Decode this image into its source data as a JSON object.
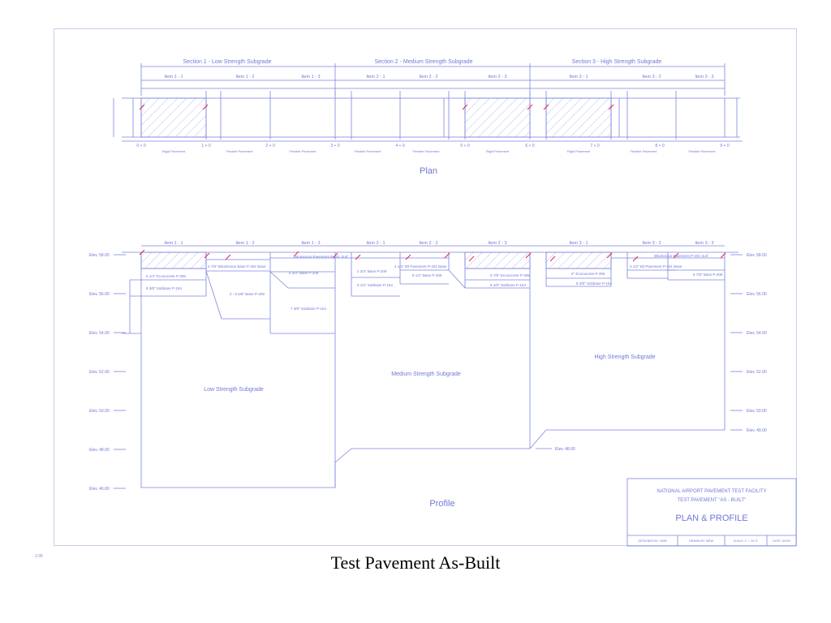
{
  "sections": [
    {
      "label": "Section 1 - Low Strength Subgrade"
    },
    {
      "label": "Section 2 - Medium Strength Subgrade"
    },
    {
      "label": "Section 3 - High Strength Subgrade"
    }
  ],
  "items": [
    "Item 1 - 1",
    "Item 1 - 2",
    "Item 1 - 3",
    "Item 2 - 1",
    "Item 2 - 2",
    "Item 2 - 3",
    "Item 3 - 1",
    "Item 3 - 2",
    "Item 3 - 3"
  ],
  "stations": [
    "0 + 0",
    "1 + 0",
    "2 + 0",
    "3 + 0",
    "4 + 0",
    "5 + 0",
    "6 + 0",
    "7 + 0",
    "8 + 0",
    "9 + 0"
  ],
  "pavement_types": [
    "Rigid Pavement",
    "Flexible Pavement",
    "Flexible Pavement",
    "Flexible Pavement",
    "Flexible Pavement",
    "Rigid Pavement",
    "Rigid Pavement",
    "Flexible Pavement",
    "Flexible Pavement"
  ],
  "plan_label": "Plan",
  "profile_label": "Profile",
  "elevations_left": [
    "Elev. 58.00",
    "Elev. 56.00",
    "Elev. 54.00",
    "Elev. 52.00",
    "Elev. 50.00",
    "Elev. 48.00",
    "Elev. 46.00"
  ],
  "elevations_right": [
    "Elev. 58.00",
    "Elev. 56.00",
    "Elev. 54.00",
    "Elev. 52.00",
    "Elev. 50.00",
    "Elev. 49.00"
  ],
  "elev_mid": "Elev. 48.00",
  "layers": [
    "6 1/4\" Econocrete P-306",
    "8 3/8\" Subbase P-154",
    "4 7/8\" Bituminous Base P-401 Base",
    "2 - 5 5/8\" Base P-209",
    "Bituminous Pavement P-401 Surf",
    "5 3/4\" Base P-209",
    "7 3/8\" Subbase P-154",
    "4 1/4\" Bit Pavement P-401 Base",
    "2 3/4\" Base P-209",
    "5 1/2\" Subbase P-154",
    "8 1/2\" Base P-209",
    "5 7/8\" Econocrete P-306",
    "8 3/8\" Subbase P-154",
    "6\" Econocrete P-306",
    "8 3/8\" Subbase P-154",
    "4 1/2\" Bit Pavement P-401 Base",
    "Bituminous Pavement P-401 Surf",
    "5 7/8\" Base P-209"
  ],
  "subgrades": [
    "Low Strength Subgrade",
    "Medium Strength Subgrade",
    "High Strength Subgrade"
  ],
  "title_block": {
    "line1": "NATIONAL AIRPORT PAVEMENT TEST FACILITY",
    "line2": "TEST PAVEMENT \"AS - BUILT\"",
    "title": "PLAN & PROFILE",
    "cells": [
      "DESIGNED BY: GWB",
      "DRAWN BY: MRW",
      "SCALE: 1\" = 10'-0\"",
      "DATE: 5/1/00"
    ]
  },
  "caption": "Test Pavement As-Built",
  "page_number": "- 3.95",
  "colors": {
    "line": "#7b84e0",
    "accent": "#e0224e",
    "frame": "#c9cfe6"
  }
}
